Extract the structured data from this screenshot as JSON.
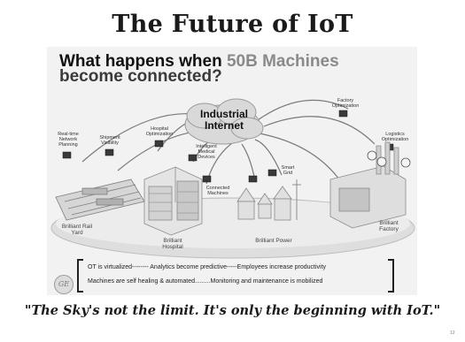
{
  "slide": {
    "title": "The Future of IoT",
    "quote": "\"The Sky's not the limit. It's only the beginning with IoT.\"",
    "page_number": "12"
  },
  "figure": {
    "headline_prefix": "What happens when ",
    "headline_accent": "50B Machines",
    "headline_line2": "become connected?",
    "cloud_label": "Industrial Internet",
    "labels": {
      "real_time_network_planning": "Real-time Network Planning",
      "shipment_visibility": "Shipment Visibility",
      "hospital_optimization": "Hospital Optimization",
      "intelligent_medical_devices": "Intelligent Medical Devices",
      "connected_machines": "Connected Machines",
      "smart_grid": "Smart Grid",
      "factory_optimization": "Factory Optimization",
      "logistics_optimization": "Logistics Optimization",
      "brilliant_rail_yard": "Brilliant Rail Yard",
      "brilliant_hospital": "Brilliant Hospital",
      "brilliant_power": "Brilliant Power",
      "brilliant_factory": "Brilliant Factory"
    },
    "summary": {
      "row1": "OT is virtualized-------- Analytics become predictive-----Employees increase productivity",
      "row2": "Machines are self healing & automated.........Monitoring and maintenance is mobilized"
    },
    "logo_text": "GE",
    "colors": {
      "panel": "#f2f2f2",
      "accent_gray": "#8a8a8a"
    }
  }
}
